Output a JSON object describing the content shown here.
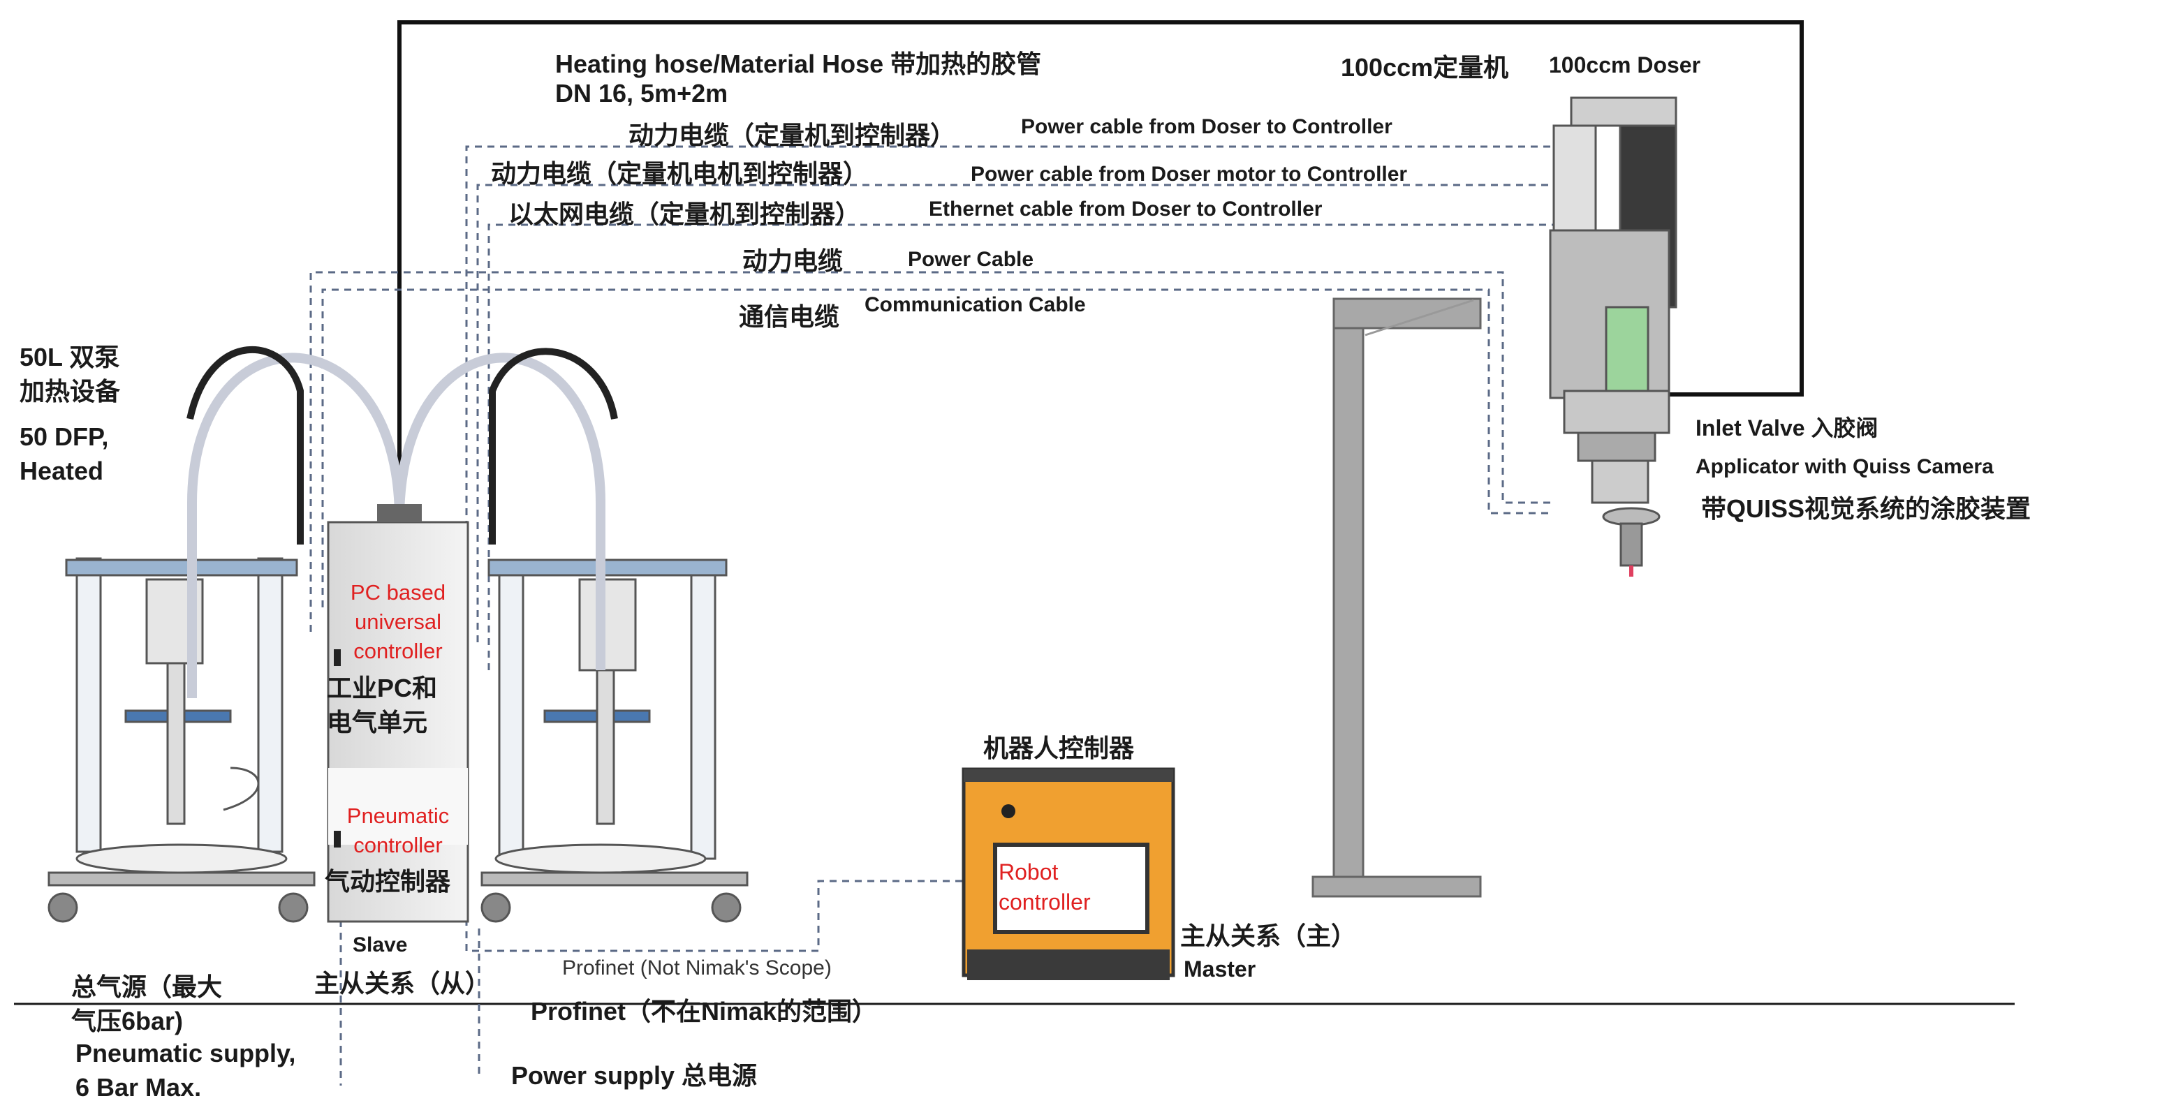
{
  "labels": {
    "hose_1": "Heating hose/Material Hose  带加热的胶管",
    "hose_2": "DN 16, 5m+2m",
    "doser_cn": "100ccm定量机",
    "doser_en": "100ccm Doser",
    "cable1_cn": "动力电缆（定量机到控制器）",
    "cable1_en": "Power cable from Doser to Controller",
    "cable2_cn": "动力电缆（定量机电机到控制器）",
    "cable2_en": "Power cable from Doser motor to Controller",
    "cable3_cn": "以太网电缆（定量机到控制器）",
    "cable3_en": "Ethernet cable from Doser to Controller",
    "power_cn": "动力电缆",
    "power_en": "Power  Cable",
    "comm_cn": "通信电缆",
    "comm_en": "Communication  Cable",
    "pump_cn": "50L 双泵\n加热设备",
    "pump_en": "50 DFP,\nHeated",
    "inlet": "Inlet Valve  入胶阀",
    "applicator_en": "Applicator with Quiss Camera",
    "applicator_cn": "带QUISS视觉系统的涂胶装置",
    "pc_ctrl": "PC based\nuniversal\ncontroller",
    "pc_cn": "工业PC和\n电气单元",
    "pneu_ctrl": "Pneumatic\ncontroller",
    "pneu_cn": "气动控制器",
    "robot_title": "机器人控制器",
    "robot_ctrl": "Robot\ncontroller",
    "master_cn": "主从关系（主）",
    "master_en": "Master",
    "slave_en": "Slave",
    "slave_cn": "主从关系（从）",
    "profinet_en": "Profinet (Not Nimak's Scope)",
    "profinet_cn": "Profinet（不在Nimak的范围）",
    "air_cn": "总气源（最大\n气压6bar)",
    "air_en": "Pneumatic  supply,\n6 Bar Max.",
    "power_supply": "Power supply  总电源"
  },
  "colors": {
    "line": "#1a1a1a",
    "dashed": "#5b6a86",
    "controller_red": "#e02020",
    "robot_orange": "#f0a030",
    "gantry_gray": "#a8a8a8"
  }
}
